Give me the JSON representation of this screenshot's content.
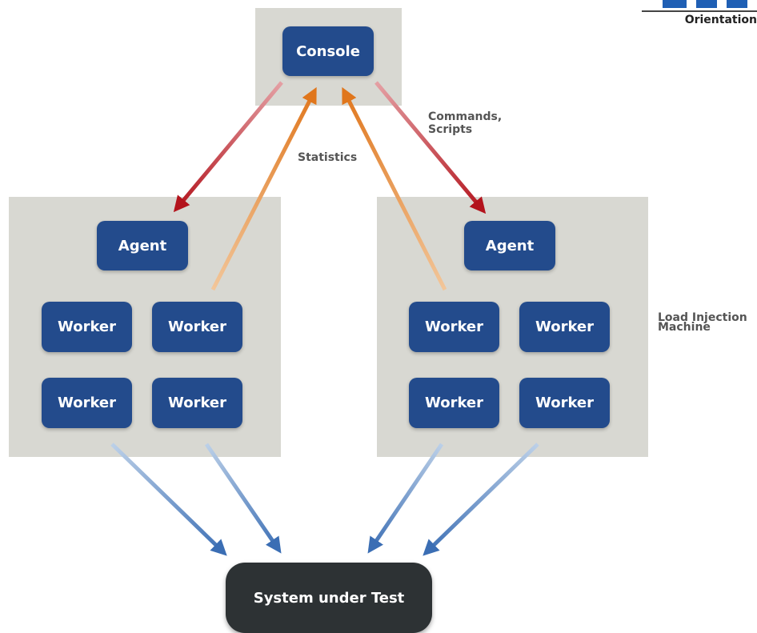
{
  "diagram": {
    "console": {
      "label": "Console"
    },
    "left_machine": {
      "agent": "Agent",
      "workers": [
        "Worker",
        "Worker",
        "Worker",
        "Worker"
      ]
    },
    "right_machine": {
      "agent": "Agent",
      "workers": [
        "Worker",
        "Worker",
        "Worker",
        "Worker"
      ]
    },
    "system_under_test": "System under Test",
    "labels": {
      "commands": [
        "Commands,",
        "Scripts"
      ],
      "statistics": "Statistics",
      "load_injection": [
        "Load Injection",
        "Machine"
      ]
    },
    "logo": {
      "text": "Orientation"
    },
    "colors": {
      "panel": "#d8d8d2",
      "node": "#234b8c",
      "sut": "#2d3234",
      "commands_arrow": "#b3131c",
      "statistics_arrow": "#e0761c",
      "load_arrow": "#3b6eb4"
    }
  }
}
